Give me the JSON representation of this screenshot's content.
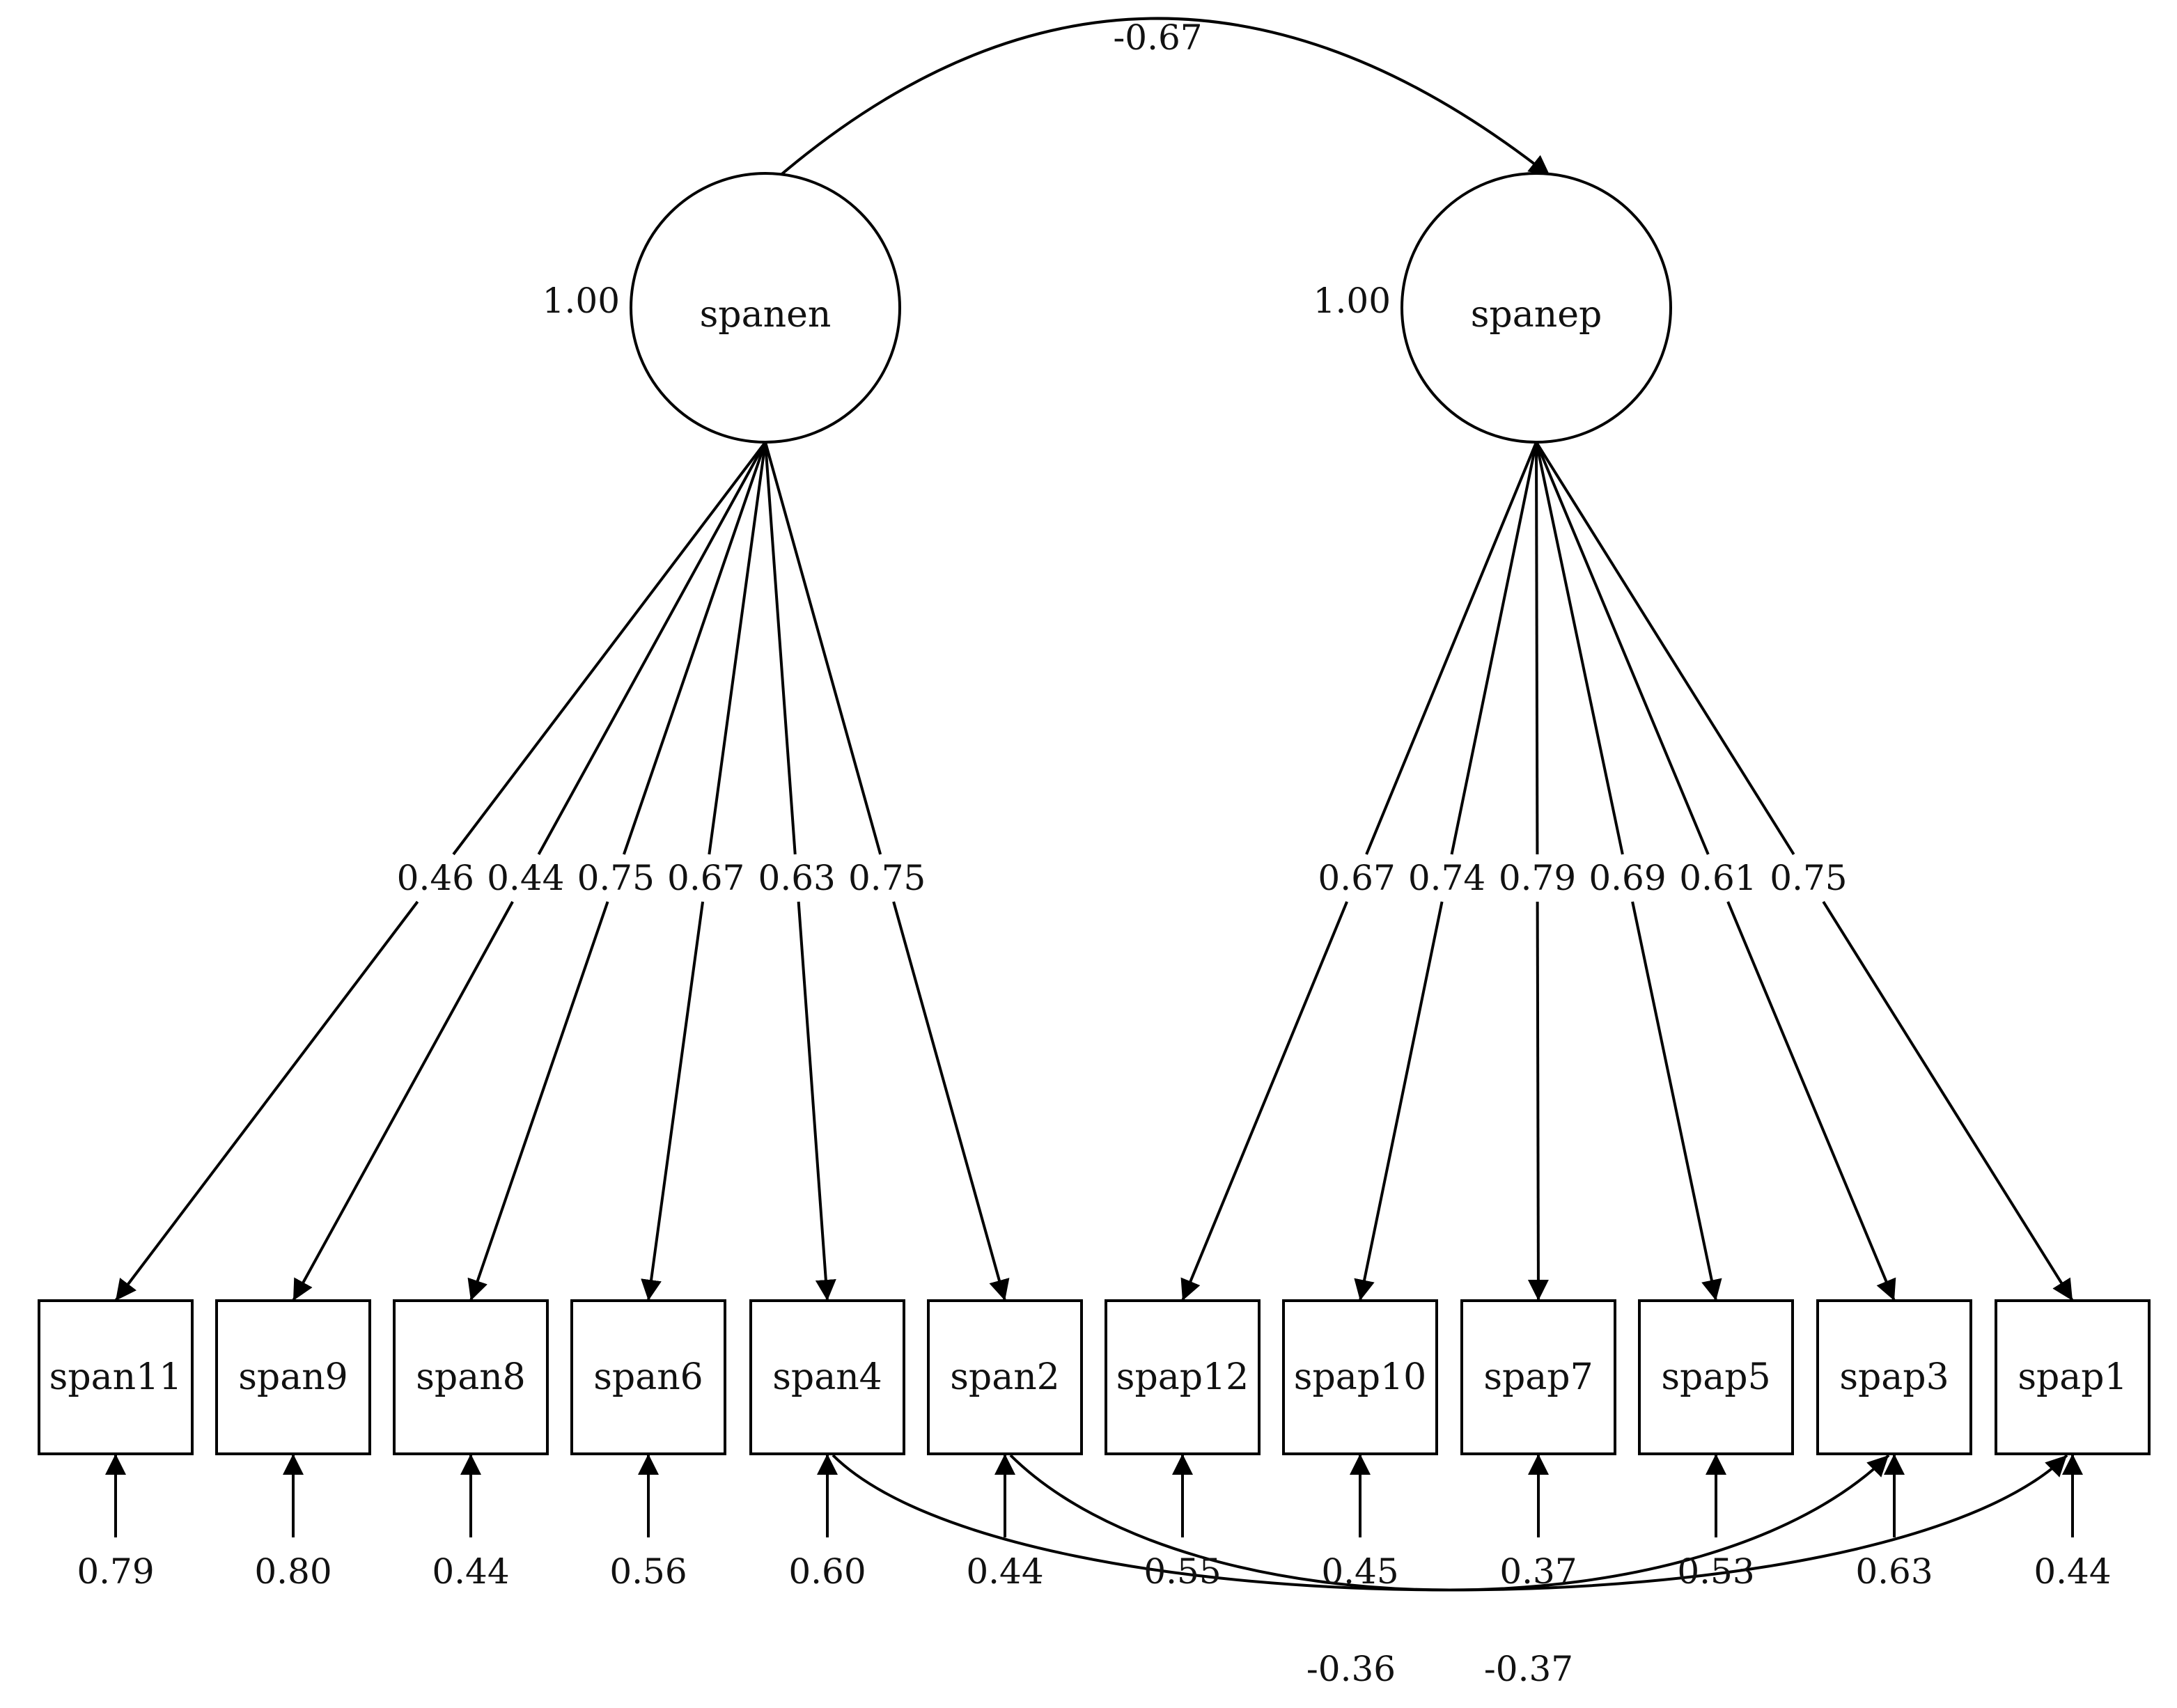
{
  "correlation": "-0.67",
  "factors": [
    {
      "name": "spanen",
      "variance": "1.00"
    },
    {
      "name": "spanep",
      "variance": "1.00"
    }
  ],
  "indicators": [
    {
      "name": "span11",
      "factor": 0,
      "loading": "0.46",
      "residual": "0.79"
    },
    {
      "name": "span9",
      "factor": 0,
      "loading": "0.44",
      "residual": "0.80"
    },
    {
      "name": "span8",
      "factor": 0,
      "loading": "0.75",
      "residual": "0.44"
    },
    {
      "name": "span6",
      "factor": 0,
      "loading": "0.67",
      "residual": "0.56"
    },
    {
      "name": "span4",
      "factor": 0,
      "loading": "0.63",
      "residual": "0.60"
    },
    {
      "name": "span2",
      "factor": 0,
      "loading": "0.75",
      "residual": "0.44"
    },
    {
      "name": "spap12",
      "factor": 1,
      "loading": "0.67",
      "residual": "0.55"
    },
    {
      "name": "spap10",
      "factor": 1,
      "loading": "0.74",
      "residual": "0.45"
    },
    {
      "name": "spap7",
      "factor": 1,
      "loading": "0.79",
      "residual": "0.37"
    },
    {
      "name": "spap5",
      "factor": 1,
      "loading": "0.69",
      "residual": "0.53"
    },
    {
      "name": "spap3",
      "factor": 1,
      "loading": "0.61",
      "residual": "0.63"
    },
    {
      "name": "spap1",
      "factor": 1,
      "loading": "0.75",
      "residual": "0.44"
    }
  ],
  "residual_covariances": [
    {
      "from": "span4",
      "to": "spap1",
      "value": "-0.36"
    },
    {
      "from": "span2",
      "to": "spap3",
      "value": "-0.37"
    }
  ]
}
